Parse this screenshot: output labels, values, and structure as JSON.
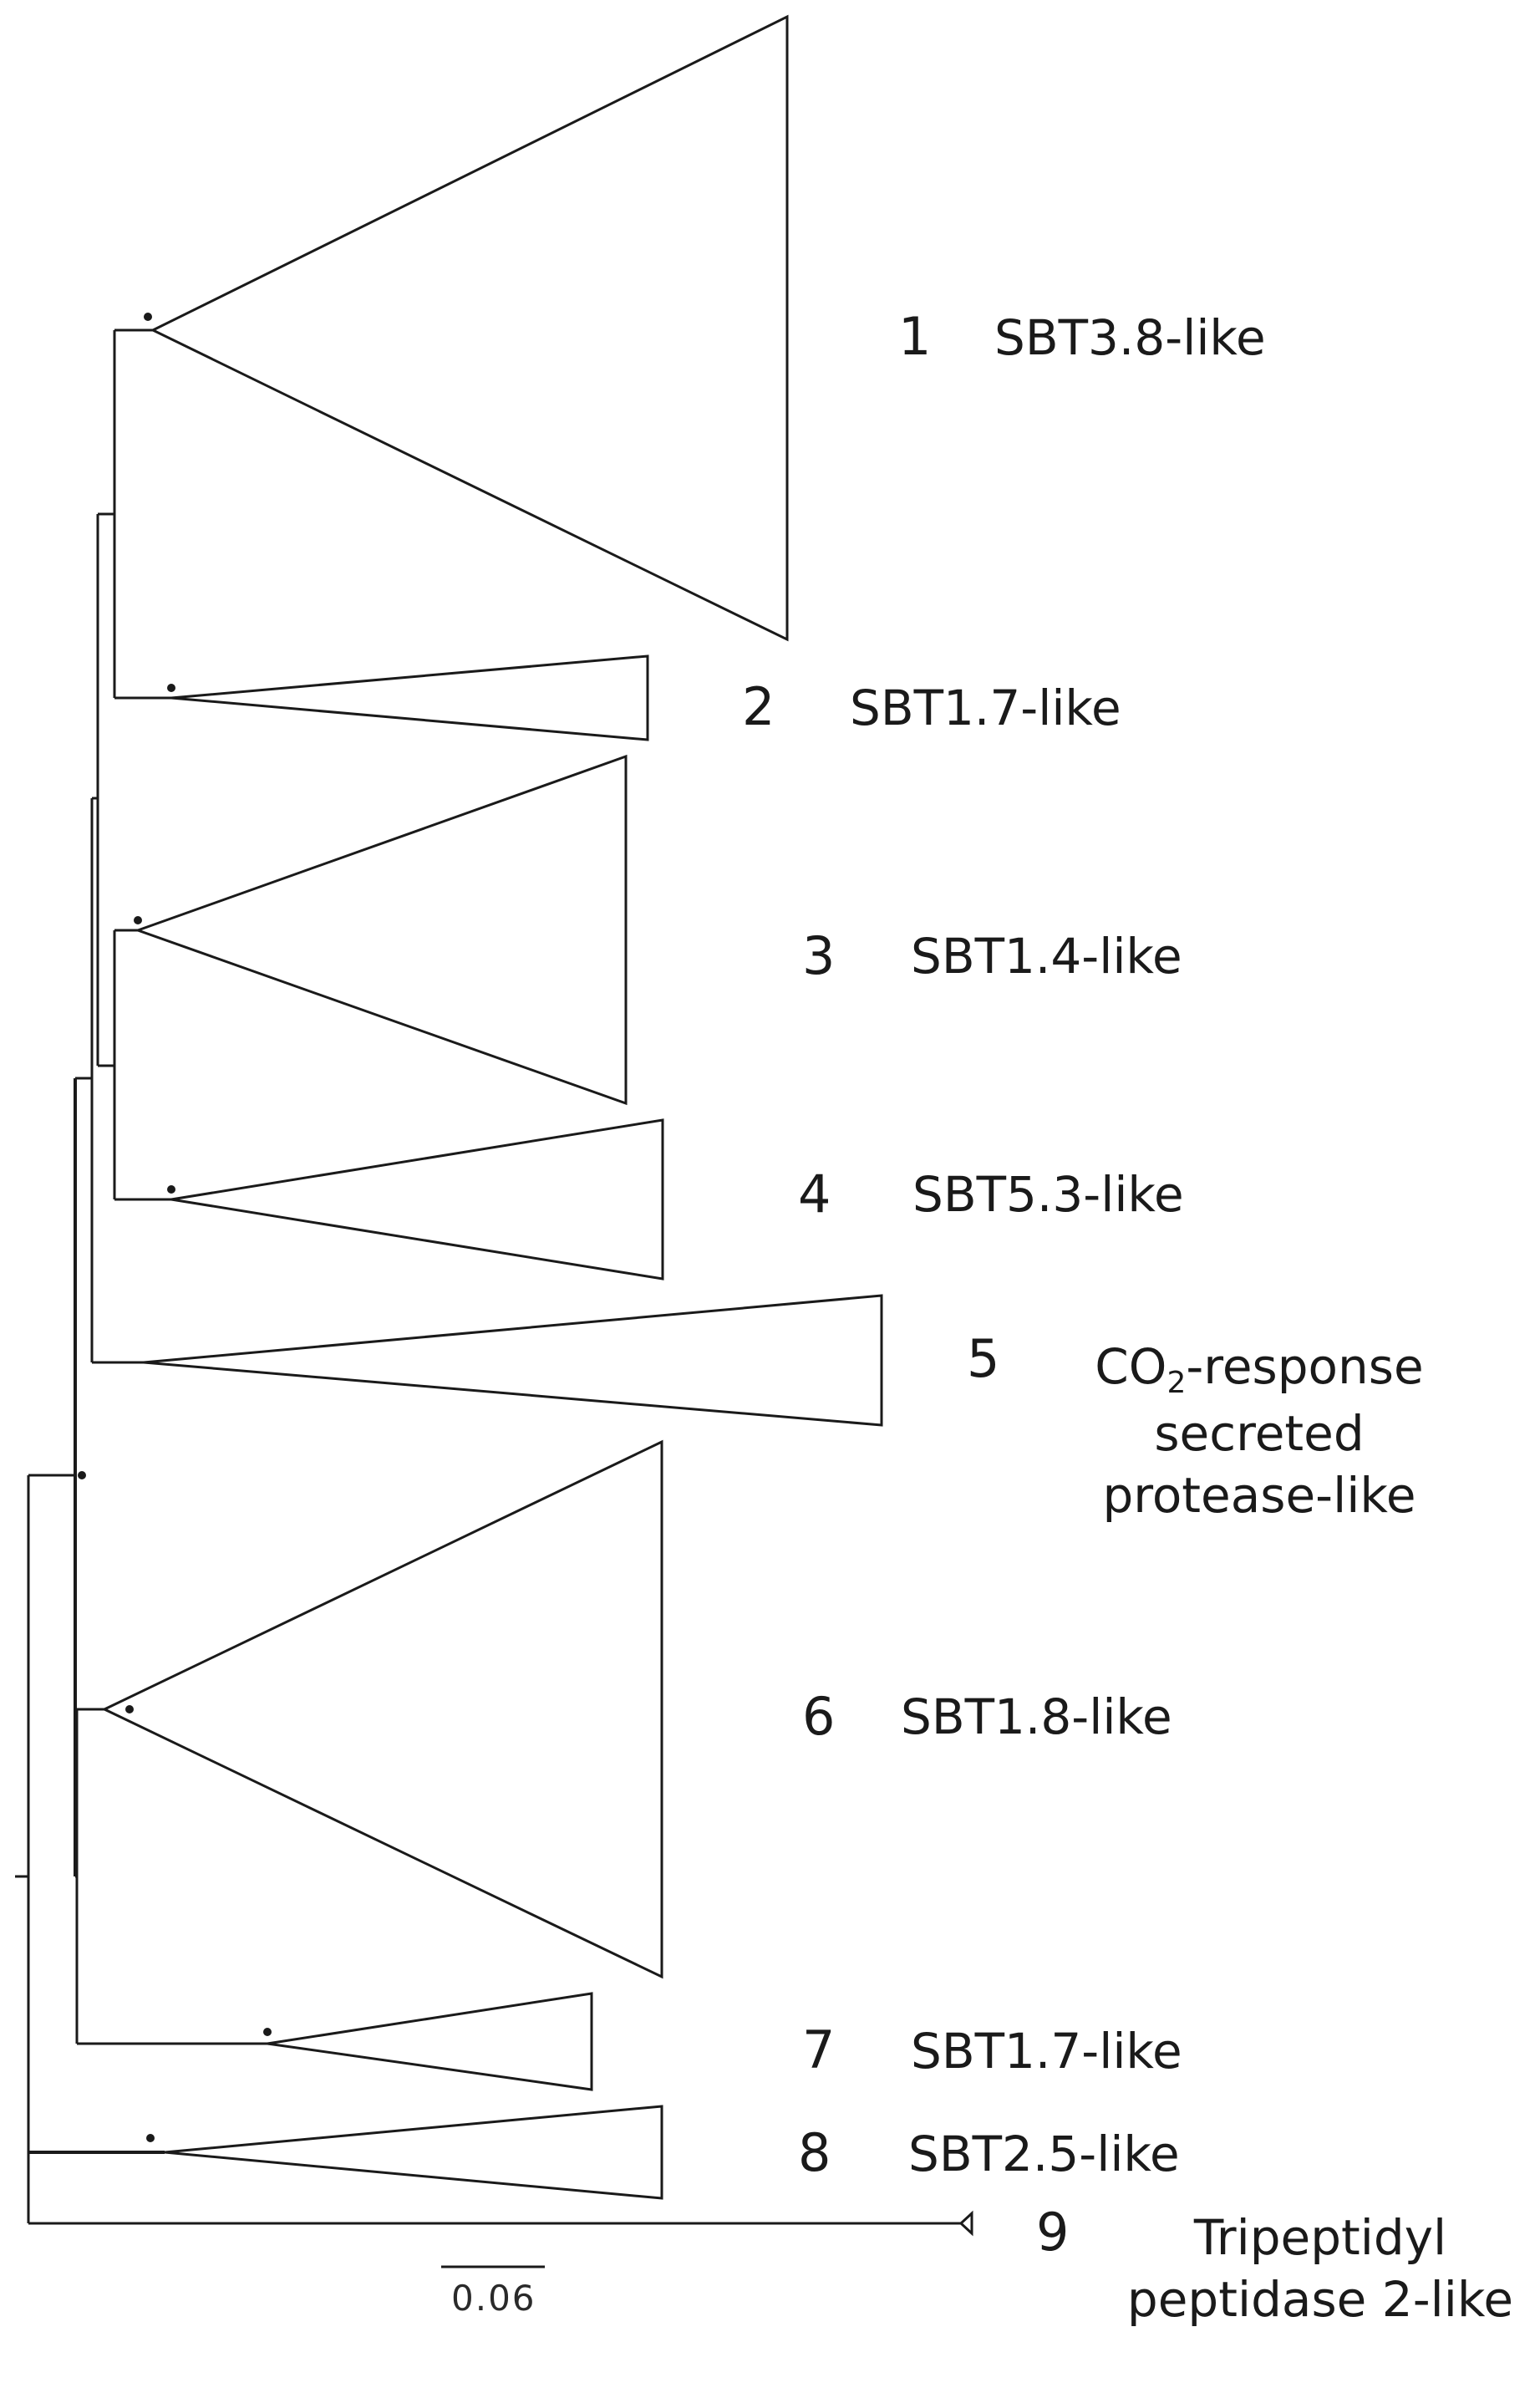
{
  "clades": [
    {
      "number": "1",
      "label": "SBT3.8-like"
    },
    {
      "number": "2",
      "label": "SBT1.7-like"
    },
    {
      "number": "3",
      "label": "SBT1.4-like"
    },
    {
      "number": "4",
      "label": "SBT5.3-like"
    },
    {
      "number": "5",
      "label_main": "CO",
      "label_sub": "2",
      "label_rest": "-response",
      "label_line2": "secreted",
      "label_line3": "protease-like"
    },
    {
      "number": "6",
      "label": "SBT1.8-like"
    },
    {
      "number": "7",
      "label": "SBT1.7-like"
    },
    {
      "number": "8",
      "label": "SBT2.5-like"
    },
    {
      "number": "9",
      "label_line1": "Tripeptidyl",
      "label_line2": "peptidase 2-like"
    }
  ],
  "scale_bar": {
    "label": "0.06"
  },
  "colors": {
    "line": "#1a1a1a",
    "background": "#ffffff"
  }
}
